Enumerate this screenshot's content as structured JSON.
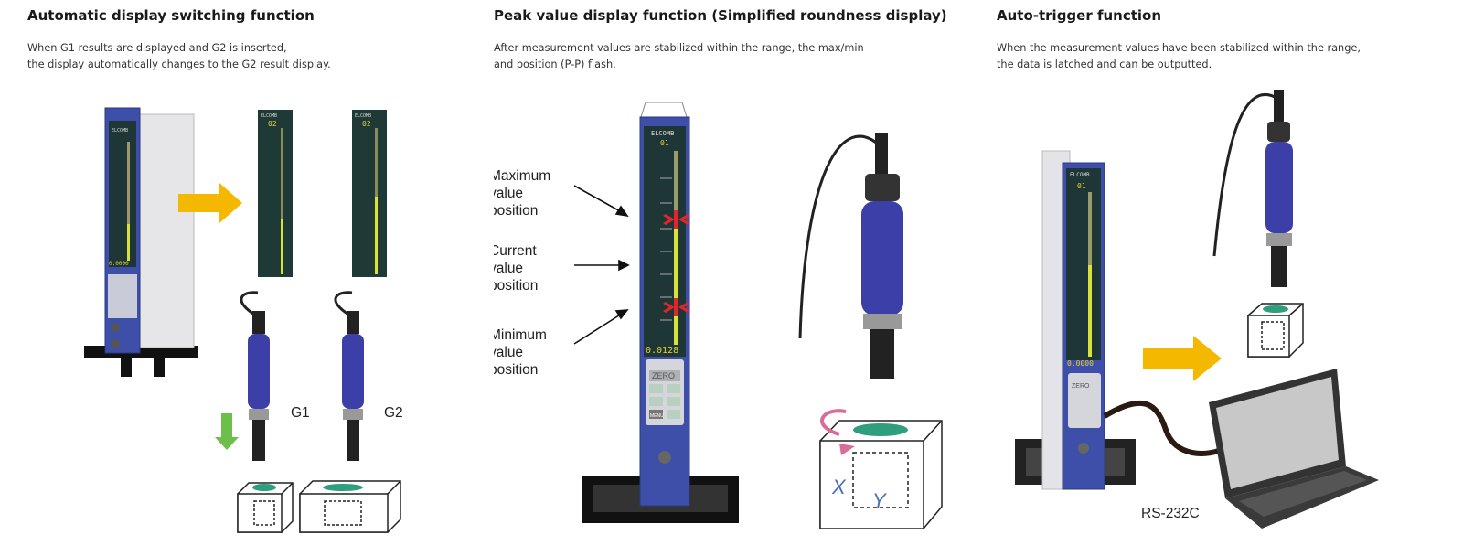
{
  "sections": [
    {
      "title": "Automatic display switching function",
      "desc_line1": "When G1 results are displayed and G2 is inserted,",
      "desc_line2": "the display automatically changes to the G2 result display.",
      "labels": {
        "g1": "G1",
        "g2": "G2"
      },
      "device": {
        "brand": "ELCOMB",
        "channel_a": "02",
        "channel_b": "02",
        "readout": "0.0000"
      }
    },
    {
      "title": "Peak value display function (Simplified roundness display)",
      "desc_line1": "After measurement values are stabilized within the range, the max/min",
      "desc_line2": "and position (P-P) flash.",
      "callouts": {
        "max": [
          "Maximum",
          "value",
          "position"
        ],
        "current": [
          "Current",
          "value",
          "position"
        ],
        "min": [
          "Minimum",
          "value",
          "position"
        ]
      },
      "axis_labels": {
        "x": "X",
        "y": "Y"
      },
      "device": {
        "brand": "ELCOMB",
        "channel": "01",
        "readout": "0.0128",
        "zero_key": "ZERO",
        "menu_key": "MENU"
      }
    },
    {
      "title": "Auto-trigger function",
      "desc_line1": "When the measurement values have been stabilized within the range,",
      "desc_line2": "the data is latched and can be outputted.",
      "interface_label": "RS-232C",
      "device": {
        "brand": "ELCOMB",
        "channel": "01",
        "readout": "0.0000",
        "zero_key": "ZERO"
      }
    }
  ],
  "colors": {
    "device_blue": "#3d4fa8",
    "arrow_yellow": "#f5b800",
    "arrow_green": "#6cc04a",
    "bore_green": "#2f9e7c",
    "flash_red": "#e0262b"
  }
}
